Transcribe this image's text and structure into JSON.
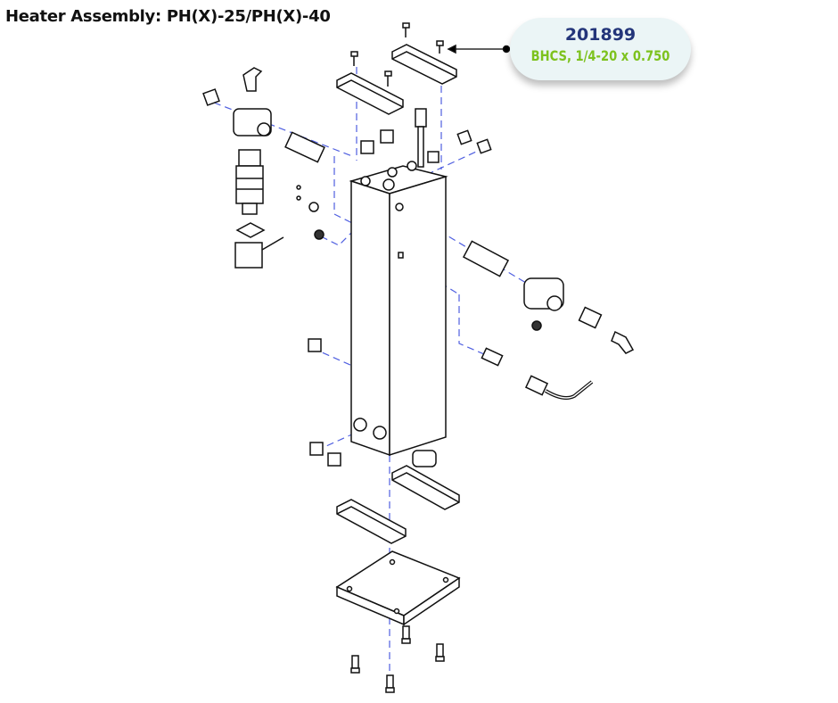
{
  "title": "Heater Assembly: PH(X)-25/PH(X)-40",
  "callout": {
    "part_number": "201899",
    "description": "BHCS, 1/4-20 x 0.750"
  },
  "colors": {
    "part_number": "#23357a",
    "description": "#7dc21e",
    "callout_bg": "#ebf5f6",
    "leader_lines": "#4f5fe0"
  }
}
